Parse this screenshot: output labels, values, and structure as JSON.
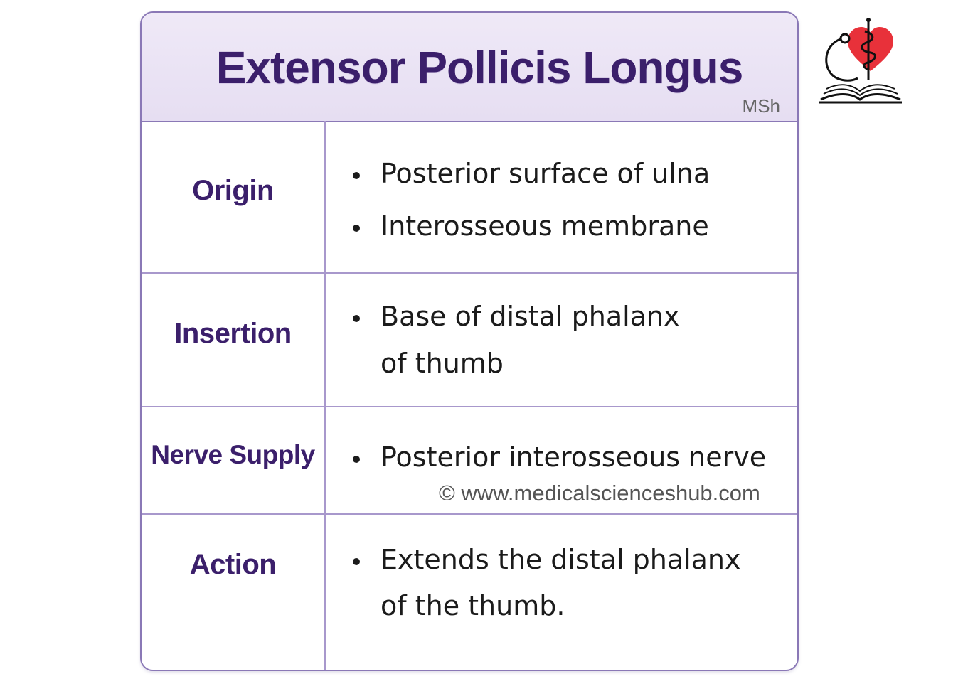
{
  "header": {
    "title": "Extensor Pollicis Longus",
    "tag": "MSh"
  },
  "rows": [
    {
      "label": "Origin",
      "bullets": [
        {
          "lines": [
            "Posterior surface of ulna"
          ]
        },
        {
          "lines": [
            "Interosseous membrane"
          ]
        }
      ]
    },
    {
      "label": "Insertion",
      "bullets": [
        {
          "lines": [
            "Base of distal phalanx",
            "of thumb"
          ]
        }
      ]
    },
    {
      "label": "Nerve Supply",
      "bullets": [
        {
          "lines": [
            "Posterior interosseous nerve"
          ]
        }
      ]
    },
    {
      "label": "Action",
      "bullets": [
        {
          "lines": [
            "Extends the distal phalanx",
            "of the thumb."
          ]
        }
      ]
    }
  ],
  "watermark": "© www.medicalscienceshub.com",
  "logo": {
    "icon": "medical-heart-caduceus-book-logo",
    "colors": {
      "heart": "#e8313a",
      "line": "#111111"
    }
  },
  "colors": {
    "title": "#3b1f6b",
    "border": "#8a78b6",
    "header_bg": "#ebe4f5"
  }
}
